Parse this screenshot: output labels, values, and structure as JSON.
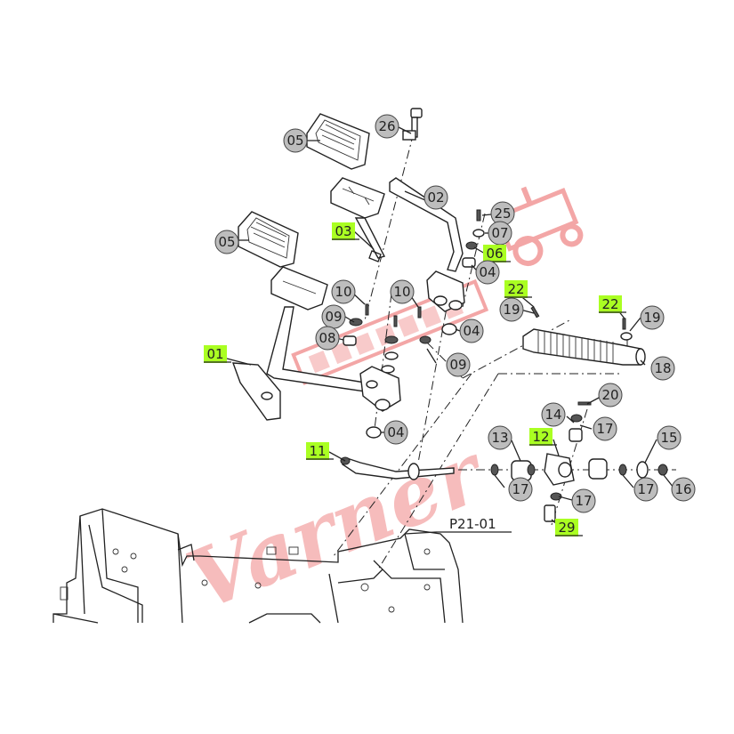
{
  "watermark": {
    "text": "Varner"
  },
  "frame_callout": "P21-01",
  "callouts": [
    {
      "id": "c26a",
      "label": "26",
      "highlight": false
    },
    {
      "id": "c05a",
      "label": "05",
      "highlight": false
    },
    {
      "id": "c02",
      "label": "02",
      "highlight": false
    },
    {
      "id": "c03",
      "label": "03",
      "highlight": true
    },
    {
      "id": "c25",
      "label": "25",
      "highlight": false
    },
    {
      "id": "c07",
      "label": "07",
      "highlight": false
    },
    {
      "id": "c06",
      "label": "06",
      "highlight": true
    },
    {
      "id": "c04a",
      "label": "04",
      "highlight": false
    },
    {
      "id": "c05b",
      "label": "05",
      "highlight": false
    },
    {
      "id": "c10a",
      "label": "10",
      "highlight": false
    },
    {
      "id": "c09a",
      "label": "09",
      "highlight": false
    },
    {
      "id": "c10b",
      "label": "10",
      "highlight": false
    },
    {
      "id": "c22a",
      "label": "22",
      "highlight": true
    },
    {
      "id": "c19a",
      "label": "19",
      "highlight": false
    },
    {
      "id": "c22b",
      "label": "22",
      "highlight": true
    },
    {
      "id": "c19b",
      "label": "19",
      "highlight": false
    },
    {
      "id": "c08",
      "label": "08",
      "highlight": false
    },
    {
      "id": "c04b",
      "label": "04",
      "highlight": false
    },
    {
      "id": "c01",
      "label": "01",
      "highlight": true
    },
    {
      "id": "c09b",
      "label": "09",
      "highlight": false
    },
    {
      "id": "c18",
      "label": "18",
      "highlight": false
    },
    {
      "id": "c20",
      "label": "20",
      "highlight": false
    },
    {
      "id": "c14",
      "label": "14",
      "highlight": false
    },
    {
      "id": "c17a",
      "label": "17",
      "highlight": false
    },
    {
      "id": "c04c",
      "label": "04",
      "highlight": false
    },
    {
      "id": "c13",
      "label": "13",
      "highlight": false
    },
    {
      "id": "c12",
      "label": "12",
      "highlight": true
    },
    {
      "id": "c15",
      "label": "15",
      "highlight": false
    },
    {
      "id": "c11",
      "label": "11",
      "highlight": true
    },
    {
      "id": "c17b",
      "label": "17",
      "highlight": false
    },
    {
      "id": "c17c",
      "label": "17",
      "highlight": false
    },
    {
      "id": "c17d",
      "label": "17",
      "highlight": false
    },
    {
      "id": "c16",
      "label": "16",
      "highlight": false
    },
    {
      "id": "c29",
      "label": "29",
      "highlight": true
    }
  ]
}
